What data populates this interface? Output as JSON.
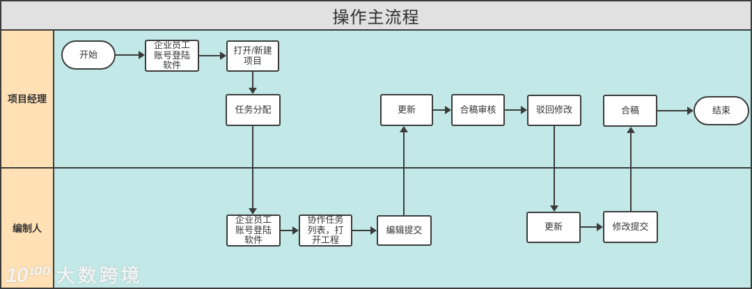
{
  "title": "操作主流程",
  "lanes": [
    {
      "id": "pm",
      "label": "项目经理"
    },
    {
      "id": "author",
      "label": "编制人"
    }
  ],
  "nodes": [
    {
      "id": "start",
      "label": "开始",
      "shape": "stadium",
      "lane": "pm"
    },
    {
      "id": "login-pm",
      "label": "企业员工账号登陆软件",
      "shape": "rect",
      "lane": "pm"
    },
    {
      "id": "open-project",
      "label": "打开/新建项目",
      "shape": "rect",
      "lane": "pm"
    },
    {
      "id": "task-assign",
      "label": "任务分配",
      "shape": "rect",
      "lane": "pm"
    },
    {
      "id": "update-pm",
      "label": "更新",
      "shape": "rect",
      "lane": "pm"
    },
    {
      "id": "merge-review",
      "label": "合稿审核",
      "shape": "rect",
      "lane": "pm"
    },
    {
      "id": "reject-modify",
      "label": "驳回修改",
      "shape": "rect",
      "lane": "pm"
    },
    {
      "id": "merge",
      "label": "合稿",
      "shape": "rect",
      "lane": "pm"
    },
    {
      "id": "end",
      "label": "结束",
      "shape": "stadium",
      "lane": "pm"
    },
    {
      "id": "login-author",
      "label": "企业员工账号登陆软件",
      "shape": "rect",
      "lane": "author"
    },
    {
      "id": "task-list",
      "label": "协作任务列表，打开工程",
      "shape": "rect",
      "lane": "author"
    },
    {
      "id": "edit-submit",
      "label": "编辑提交",
      "shape": "rect",
      "lane": "author"
    },
    {
      "id": "update-author",
      "label": "更新",
      "shape": "rect",
      "lane": "author"
    },
    {
      "id": "modify-submit",
      "label": "修改提交",
      "shape": "rect",
      "lane": "author"
    }
  ],
  "edges": [
    {
      "from": "start",
      "to": "login-pm",
      "dir": "right"
    },
    {
      "from": "login-pm",
      "to": "open-project",
      "dir": "right"
    },
    {
      "from": "open-project",
      "to": "task-assign",
      "dir": "down"
    },
    {
      "from": "task-assign",
      "to": "login-author",
      "dir": "down"
    },
    {
      "from": "login-author",
      "to": "task-list",
      "dir": "right"
    },
    {
      "from": "task-list",
      "to": "edit-submit",
      "dir": "right"
    },
    {
      "from": "edit-submit",
      "to": "update-pm",
      "dir": "up"
    },
    {
      "from": "update-pm",
      "to": "merge-review",
      "dir": "right"
    },
    {
      "from": "merge-review",
      "to": "reject-modify",
      "dir": "right"
    },
    {
      "from": "reject-modify",
      "to": "update-author",
      "dir": "down"
    },
    {
      "from": "update-author",
      "to": "modify-submit",
      "dir": "right"
    },
    {
      "from": "modify-submit",
      "to": "merge",
      "dir": "up"
    },
    {
      "from": "merge",
      "to": "end",
      "dir": "right"
    }
  ],
  "watermark": {
    "logo": "10¹⁰⁰",
    "text": "大数跨境"
  },
  "colors": {
    "title_bg": "#e1e1e1",
    "lane_bg": "#ffe1b5",
    "canvas_bg": "#c2e9e7",
    "border": "#3a3a3a",
    "node_fill": "#ffffff",
    "text": "#333333"
  }
}
